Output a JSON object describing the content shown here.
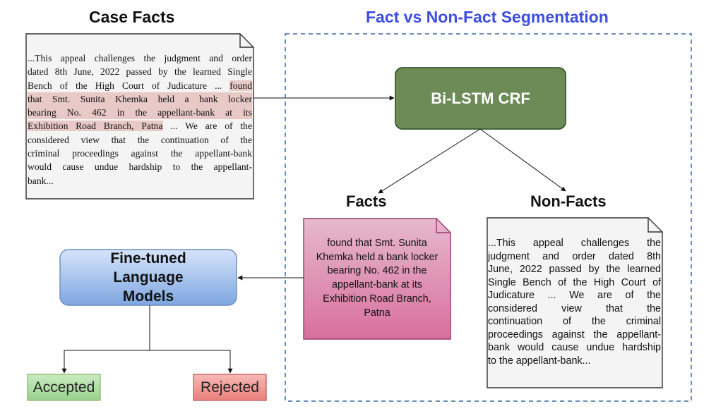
{
  "headings": {
    "case_facts": "Case Facts",
    "segmentation": "Fact vs Non-Fact Segmentation",
    "facts": "Facts",
    "non_facts": "Non-Facts"
  },
  "case_facts_doc": {
    "lines": [
      "...This appeal challenges the judgment and order",
      "dated 8th June, 2022 passed by the learned Single",
      "Bench of the High Court of Judicature ... |found",
      "that Smt. Sunita Khemka held a bank locker",
      "bearing No. 462 in the appellant-bank at its",
      "Exhibition Road Branch, Patna| ... We are of the",
      "considered view that the continuation of the",
      "criminal proceedings against the appellant-bank",
      "would cause undue hardship to the appellant-",
      "bank..."
    ],
    "line_2_plain": "Bench of the High Court of Judicature ...",
    "line_2_highlight": "found",
    "line_3_highlight": "that Smt. Sunita Khemka held a bank locker",
    "line_4_highlight": "bearing No. 462 in the appellant-bank at its",
    "line_5_highlight": "Exhibition Road Branch, Patna",
    "line_5_plain": " ... We are of the"
  },
  "model_box": {
    "label": "Bi-LSTM CRF"
  },
  "facts_doc": {
    "lines": [
      "found that Smt. Sunita",
      "Khemka held a bank locker",
      "bearing No. 462 in the",
      "appellant-bank at its",
      "Exhibition Road Branch,",
      "Patna"
    ]
  },
  "non_facts_doc": {
    "lines": [
      "...This appeal challenges the",
      "judgment and order dated 8th",
      "June, 2022 passed by the learned",
      "Single Bench of the High Court of",
      "Judicature ... We are of the",
      "considered view that the",
      "continuation of the criminal",
      "proceedings against the appellant-",
      "bank would cause undue hardship",
      "to the appellant-bank..."
    ]
  },
  "lm_box": {
    "line1": "Fine-tuned",
    "line2": "Language",
    "line3": "Models"
  },
  "outputs": {
    "accepted": "Accepted",
    "rejected": "Rejected"
  },
  "colors": {
    "segmentation_title": "#3d4ee0",
    "dashed_border": "#6c8ebf",
    "model_fill": "#6d8b57",
    "model_border": "#3a5a2c",
    "lm_fill_top": "#d6e4fb",
    "lm_fill_bottom": "#7ea6e0",
    "lm_border": "#6c8ebf",
    "facts_fill_top": "#e6b8cf",
    "facts_fill_bottom": "#d86f9d",
    "doc_fill": "#f4f4f4",
    "highlight": "#e8c9c6",
    "accepted_fill": "#a8d9a0",
    "accepted_border": "#82b366",
    "rejected_fill": "#f19c98",
    "rejected_border": "#b85450"
  }
}
